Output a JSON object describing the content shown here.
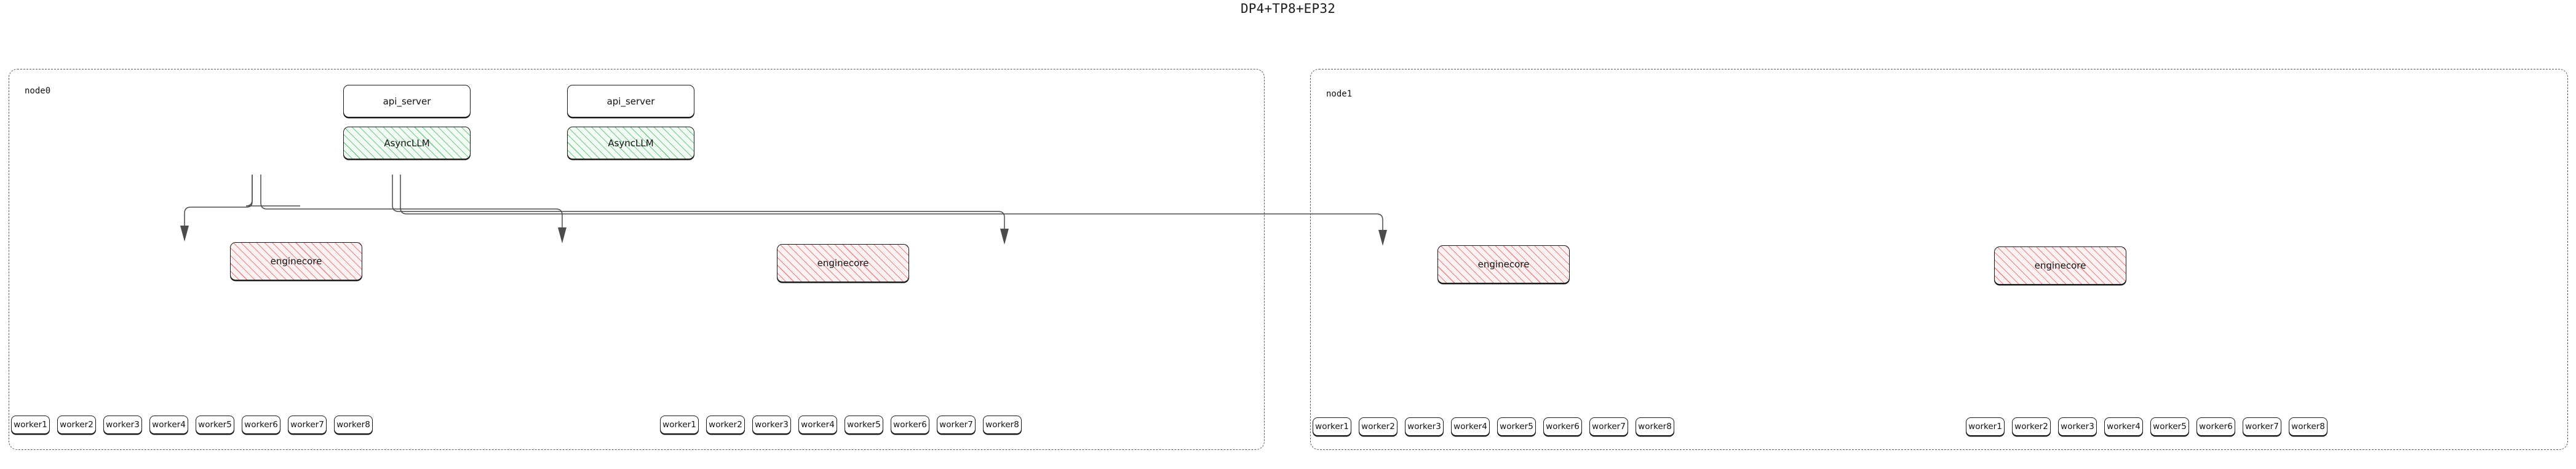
{
  "title": "DP4+TP8+EP32",
  "clusters": [
    {
      "id": "node0",
      "label": "node0"
    },
    {
      "id": "node1",
      "label": "node1"
    }
  ],
  "api_servers": [
    {
      "label": "api_server"
    },
    {
      "label": "api_server"
    }
  ],
  "async_llms": [
    {
      "label": "AsyncLLM"
    },
    {
      "label": "AsyncLLM"
    }
  ],
  "enginecores": [
    {
      "label": "enginecore"
    },
    {
      "label": "enginecore"
    },
    {
      "label": "enginecore"
    },
    {
      "label": "enginecore"
    }
  ],
  "worker_groups": [
    {
      "workers": [
        {
          "label": "worker1"
        },
        {
          "label": "worker2"
        },
        {
          "label": "worker3"
        },
        {
          "label": "worker4"
        },
        {
          "label": "worker5"
        },
        {
          "label": "worker6"
        },
        {
          "label": "worker7"
        },
        {
          "label": "worker8"
        }
      ]
    },
    {
      "workers": [
        {
          "label": "worker1"
        },
        {
          "label": "worker2"
        },
        {
          "label": "worker3"
        },
        {
          "label": "worker4"
        },
        {
          "label": "worker5"
        },
        {
          "label": "worker6"
        },
        {
          "label": "worker7"
        },
        {
          "label": "worker8"
        }
      ]
    },
    {
      "workers": [
        {
          "label": "worker1"
        },
        {
          "label": "worker2"
        },
        {
          "label": "worker3"
        },
        {
          "label": "worker4"
        },
        {
          "label": "worker5"
        },
        {
          "label": "worker6"
        },
        {
          "label": "worker7"
        },
        {
          "label": "worker8"
        }
      ]
    },
    {
      "workers": [
        {
          "label": "worker1"
        },
        {
          "label": "worker2"
        },
        {
          "label": "worker3"
        },
        {
          "label": "worker4"
        },
        {
          "label": "worker5"
        },
        {
          "label": "worker6"
        },
        {
          "label": "worker7"
        },
        {
          "label": "worker8"
        }
      ]
    }
  ],
  "colors": {
    "async_fill": "#f2fbf4",
    "async_hatch": "#5cbe76",
    "engine_fill": "#fdf2f3",
    "engine_hatch": "#e26e6e",
    "box_stroke": "#1a1a1a",
    "cluster_stroke": "#5a5a5a",
    "edge_stroke": "#4c4c4c",
    "background": "#ffffff",
    "text": "#111111"
  }
}
